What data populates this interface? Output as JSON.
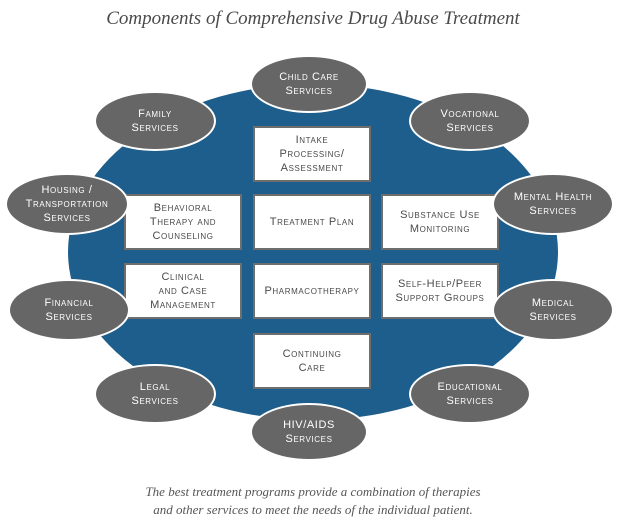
{
  "title": "Components of Comprehensive Drug Abuse Treatment",
  "colors": {
    "ellipse": "#1e5e8c",
    "oval": "#666666",
    "box_border": "#6e6e6e"
  },
  "core_components": [
    "Intake\nProcessing/\nAssessment",
    "Behavioral\nTherapy and\nCounseling",
    "Treatment Plan",
    "Substance Use\nMonitoring",
    "Clinical\nand Case\nManagement",
    "Pharmacotherapy",
    "Self-Help/Peer\nSupport Groups",
    "Continuing\nCare"
  ],
  "services": [
    "Child Care\nServices",
    "Family\nServices",
    "Vocational\nServices",
    "Housing /\nTransportation\nServices",
    "Mental Health\nServices",
    "Financial\nServices",
    "Medical\nServices",
    "Legal\nServices",
    "Educational\nServices",
    "HIV/AIDS\nServices"
  ],
  "caption": "The best treatment programs provide a combination of therapies\nand other services to meet the needs of the individual patient."
}
